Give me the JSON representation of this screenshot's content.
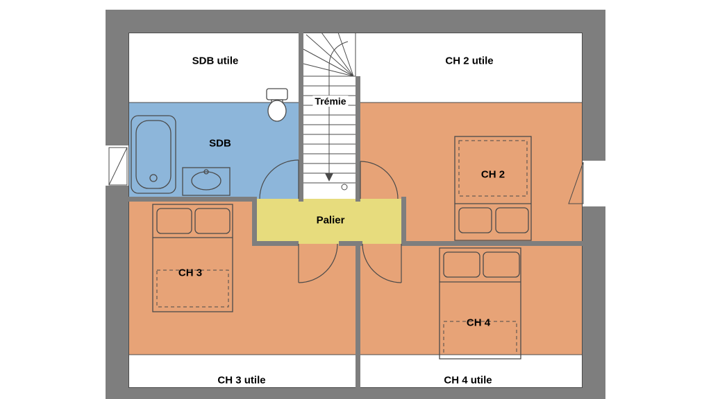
{
  "floorplan": {
    "rooms": {
      "sdb": {
        "label": "SDB"
      },
      "ch2": {
        "label": "CH 2"
      },
      "ch3": {
        "label": "CH 3"
      },
      "ch4": {
        "label": "CH 4"
      },
      "palier": {
        "label": "Palier"
      },
      "tremie": {
        "label": "Trémie"
      }
    },
    "area_labels": {
      "sdb_utile": "SDB utile",
      "ch2_utile": "CH 2 utile",
      "ch3_utile": "CH 3 utile",
      "ch4_utile": "CH 4 utile"
    },
    "colors": {
      "wall": "#7e7e7e",
      "bathroom": "#8db6da",
      "bedroom": "#e7a377",
      "landing": "#e7dc7d",
      "background": "#ffffff",
      "line": "#4a4a4a"
    }
  }
}
